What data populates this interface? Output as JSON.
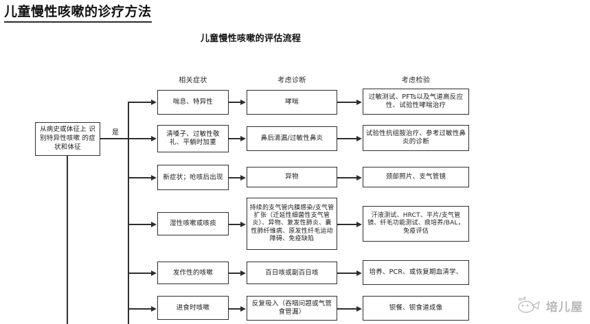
{
  "page": {
    "title": "儿童慢性咳嗽的诊疗方法",
    "chart_title": "儿童慢性咳嗽的评估流程"
  },
  "headers": {
    "symptoms": "相关症状",
    "diagnosis": "考虑诊断",
    "tests": "考虑检验"
  },
  "start_node": {
    "label": "从病史或体征上\n识别特异性咳嗽\n的症状和体征",
    "branch_label": "是"
  },
  "chart_data": {
    "type": "table",
    "title": "儿童慢性咳嗽的评估流程",
    "columns": [
      "相关症状",
      "考虑诊断",
      "考虑检验"
    ],
    "rows": [
      {
        "symptom": "喘息、特异性",
        "diagnosis": "哮喘",
        "test": "过敏测试、PFTs以及气道高反应性、试验性哮喘治疗"
      },
      {
        "symptom": "清嗓子、过敏性敬礼、平躺时加重",
        "diagnosis": "鼻后滴漏/过敏性鼻炎",
        "test": "试验性抗组胺治疗、参考过敏性鼻炎的诊断"
      },
      {
        "symptom": "新症状；呛咳后出现",
        "diagnosis": "异物",
        "test": "颈部照片、支气管镜"
      },
      {
        "symptom": "湿性咳嗽或咳痰",
        "diagnosis": "持续的支气管内膜感染/支气管扩张（迁延性细菌性支气管炎）、异物、复发性肺炎、囊性肺纤维病、原发性纤毛运动障碍、免疫缺陷",
        "test": "汗液测试、HRCT、平片/支气管镜、纤毛功能测试、痰培养/BAL，免疫评估"
      },
      {
        "symptom": "发作性的咳嗽",
        "diagnosis": "百日咳或副百日咳",
        "test": "培养、PCR、或恢复期血清学、"
      },
      {
        "symptom": "进食时咳嗽",
        "diagnosis": "反复吸入（吞咽问题或气管食管漏）",
        "test": "钡餐、钡食道成像"
      }
    ]
  },
  "watermark": {
    "text": "培儿屋"
  }
}
